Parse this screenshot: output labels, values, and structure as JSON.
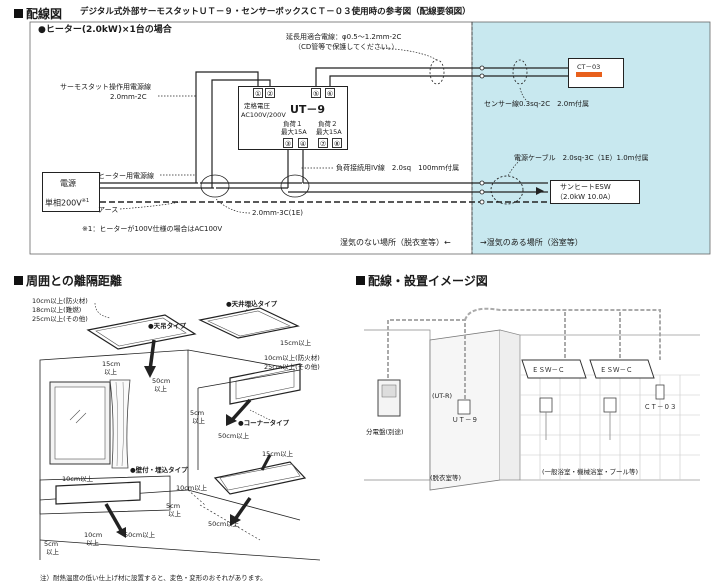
{
  "section1": {
    "header": "配線図",
    "subtitle": "デジタル式外部サーモスタットＵＴ－９・センサーボックスＣＴ－０３使用時の参考図（配線要領図）",
    "case_label": "●ヒーター(2.0kW)×1台の場合",
    "ext_wire_1": "延長用適合電線：φ0.5～1.2mm-2C",
    "ext_wire_2": "（CD管等で保護してください。）",
    "thermo_line_1": "サーモスタット操作用電源線",
    "thermo_line_2": "2.0mm-2C",
    "ut9_rated_1": "定格電圧",
    "ut9_rated_2": "AC100V/200V",
    "ut9_name": "UT－9",
    "load1_1": "負荷１",
    "load1_2": "最大15A",
    "load2_1": "負荷２",
    "load2_2": "最大15A",
    "terminals": [
      "①",
      "②",
      "⑤",
      "⑥",
      "③",
      "④",
      "⑦",
      "⑧"
    ],
    "ct03": "CT－03",
    "sensor_wire": "センサー線0.3sq-2C　2.0m付属",
    "load_wire": "負荷接続用IV線　2.0sq　100mm付属",
    "heater_power_wire": "ヒーター用電源線",
    "power_label": "電源",
    "power_spec": "単相200V",
    "power_note_mark": "※1",
    "power_cable": "電源ケーブル　2.0sq-3C（1E）1.0m付属",
    "heater_name": "サンヒートESW",
    "heater_spec": "（2.0kW 10.0A）",
    "earth": "アース",
    "earth_wire": "2.0mm-3C(1E)",
    "note1": "※1：ヒーターが100V仕様の場合はAC100V",
    "dry_area": "湿気のない場所（脱衣室等）←",
    "wet_area": "→湿気のある場所（浴室等）"
  },
  "section2": {
    "header": "周囲との離隔距離",
    "ceiling_embed": "●天井埋込タイプ",
    "ceiling_hang": "●天吊タイプ",
    "corner": "●コーナータイプ",
    "wall": "●壁付・埋込タイプ",
    "clear_top_1": "10cm以上(防火材)",
    "clear_top_2": "18cm以上(難燃)",
    "clear_top_3": "25cm以上(その他)",
    "clear_15a": "15cm以上",
    "clear_15b": "15cm",
    "clear_15c": "以上",
    "clear_50a": "50cm",
    "clear_50b": "以上",
    "corner_1": "10cm以上(防火材)",
    "corner_2": "25cm以上(その他)",
    "corner_5a": "5cm",
    "corner_5b": "以上",
    "corner_50": "50cm以上",
    "wall_15": "15cm以上",
    "wall_10": "10cm以上",
    "wall_10b": "10cm以上",
    "wall_50": "50cm以上",
    "wall_5a": "5cm",
    "wall_5b": "以上",
    "floor_10a": "10cm",
    "floor_10b": "以上",
    "floor_50": "50cm以上",
    "floor_5a": "5cm",
    "floor_5b": "以上",
    "note": "注）耐熱温度の低い仕上げ材に設置すると、変色・変形のおそれがあります。"
  },
  "section3": {
    "header": "配線・設置イメージ図",
    "ut_r": "(UT-R)",
    "ut9": "ＵＴ－９",
    "panel_1": "分電盤(別途)",
    "dressing": "(脱衣室等)",
    "esw_1": "ＥＳＷ－Ｃ",
    "esw_2": "ＥＳＷ－Ｃ",
    "ct03": "ＣＴ－０３",
    "bath": "(一般浴室・機械浴室・プール等)"
  },
  "colors": {
    "wet_area_bg": "#c8e8ef",
    "ct03_sensor": "#e8601c",
    "line": "#222222"
  }
}
